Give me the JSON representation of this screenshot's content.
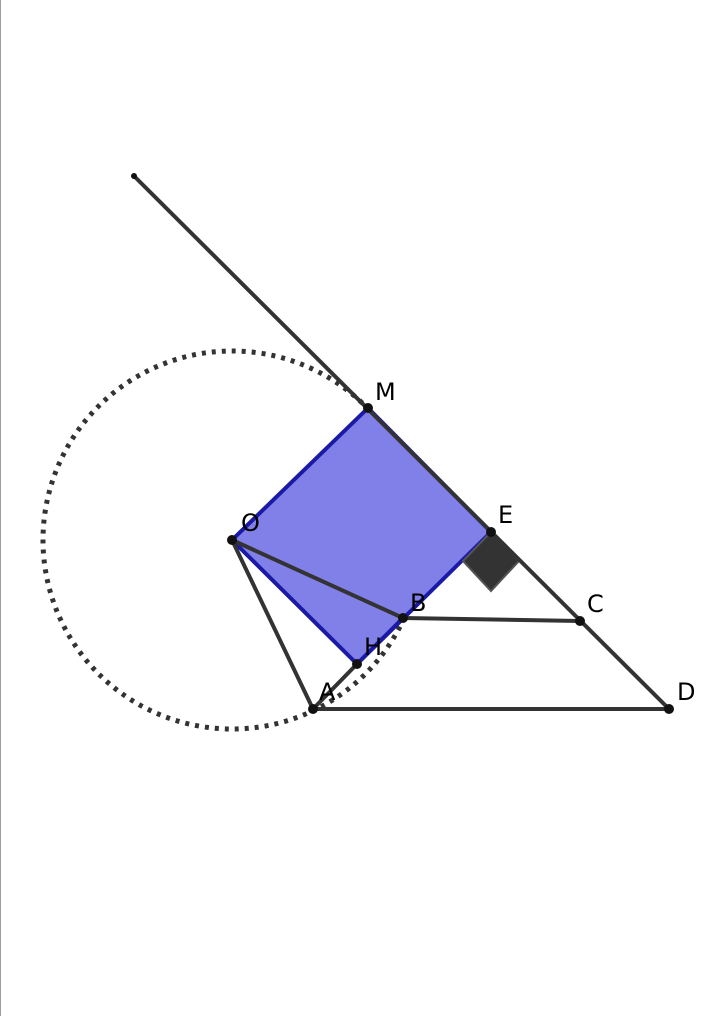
{
  "figure": {
    "points": {
      "O": "O",
      "M": "M",
      "E": "E",
      "B": "B",
      "C": "C",
      "H": "H",
      "A": "A",
      "D": "D"
    },
    "colors": {
      "line": "#333333",
      "square_fill": "#8080e8",
      "square_stroke": "#1a1aa6",
      "right_angle_marker": "#333333",
      "point": "#111111"
    },
    "elements": {
      "circle_style": "dotted",
      "square": "OMEH",
      "right_angle_at": "E"
    }
  }
}
